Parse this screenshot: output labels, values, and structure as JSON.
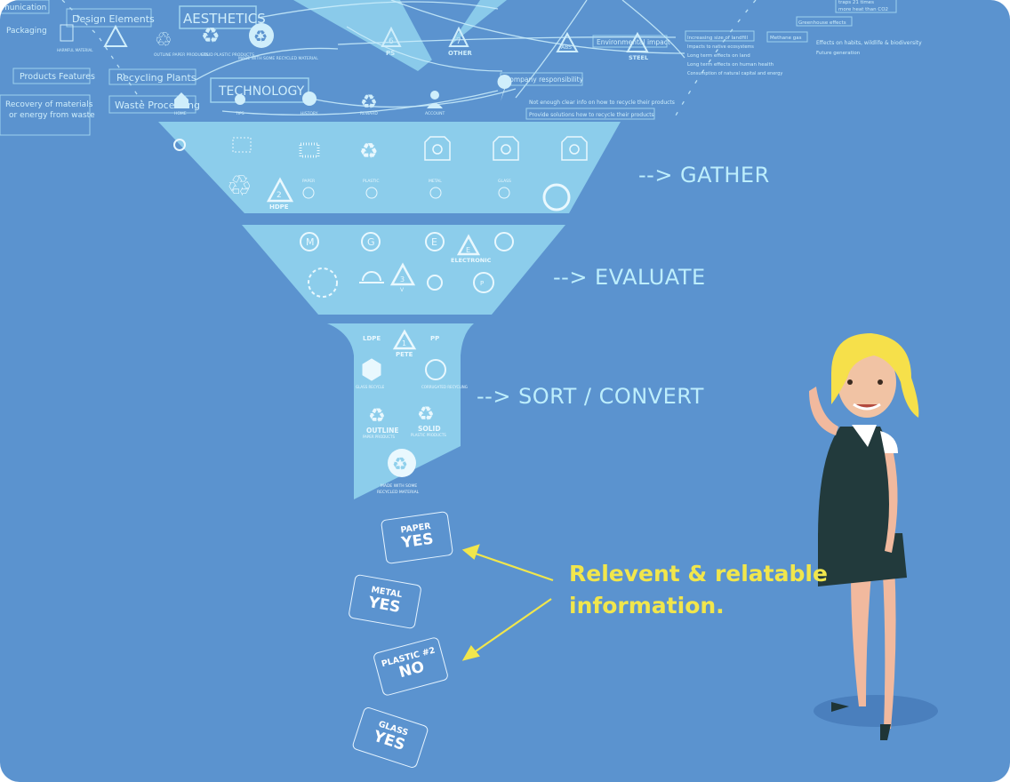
{
  "colors": {
    "background": "#5b93cf",
    "funnel": "#8fd0ec",
    "stage_text": "#bdeefc",
    "callout": "#f1e64c",
    "card_border": "#e6f4ff"
  },
  "mindmap": {
    "boxes": {
      "communication": "munication",
      "design_elements": "Design Elements",
      "aesthetics": "AESTHETICS",
      "packaging": "Packaging",
      "products_features": "Products Features",
      "recycling_plants": "Recycling Plants",
      "waste_processing": "Waste Processing",
      "technology": "TECHNOLOGY",
      "recovery": [
        "Recovery  of materials",
        "or energy from waste"
      ],
      "environmental_impact": "Environmental impact",
      "company_responsibility": "Company responsibility",
      "not_enough_info": "Not enough clear info on how to recycle their products",
      "provide_solutions": "Provide solutions how to recycle their products",
      "increasing_landfill": "Increasing size of landfill",
      "native_ecosystems": "Impacts to native ecosystems",
      "land_effects": "Long term effects on land",
      "health_effects": "Long term effects on human health",
      "natural_capital": "Consumption of natural capital and energy",
      "methane": "Methane gas",
      "greenhouse": "Greenhouse effects",
      "heat": [
        "traps 21 times",
        "more heat than CO2"
      ],
      "habits": "Effects on habits, wildlife & biodiversity",
      "future": "Future generation"
    },
    "icon_labels": {
      "harmful": "HARMFUL MATERIAL",
      "outline": "OUTLINE PAPER PRODUCTS",
      "solid": "SOLID PLASTIC PRODUCTS",
      "made_with": "MADE WITH SOME RECYCLED MATERIAL",
      "home": "HOME",
      "tips": "TIPS",
      "history": "HISTORY",
      "reward": "REWARD",
      "account": "ACCOUNT",
      "ps": "PS",
      "ps_num": "6",
      "other": "OTHER",
      "other_num": "7",
      "abs": "ABS",
      "steel": "STEEL"
    }
  },
  "funnel": {
    "stages": [
      "--> GATHER",
      "--> EVALUATE",
      "--> SORT / CONVERT"
    ],
    "icons_text": {
      "hdpe": "HDPE",
      "hdpe_num": "2",
      "paper": "PAPER",
      "plastic": "PLASTIC",
      "metal": "METAL",
      "glass": "GLASS",
      "electronic": "ELECTRONIC",
      "e": "E",
      "v": "V",
      "v_num": "3",
      "m": "M",
      "g": "G",
      "p": "P",
      "ldpe": "LDPE",
      "pete": "PETE",
      "pete_num": "1",
      "pp": "PP",
      "glass_recycle": "GLASS RECYCLE",
      "corrugated": "CORRUGATED RECYCLING",
      "outline": "OUTLINE",
      "outline_sub": "PAPER PRODUCTS",
      "solid": "SOLID",
      "solid_sub": "PLASTIC PRODUCTS",
      "made_with": "MADE WITH SOME",
      "made_with2": "RECYCLED MATERIAL"
    }
  },
  "cards": [
    {
      "material": "PAPER",
      "answer": "YES"
    },
    {
      "material": "METAL",
      "answer": "YES"
    },
    {
      "material": "PLASTIC #2",
      "answer": "NO"
    },
    {
      "material": "GLASS",
      "answer": "YES"
    }
  ],
  "callout": [
    "Relevent & relatable",
    "information."
  ]
}
